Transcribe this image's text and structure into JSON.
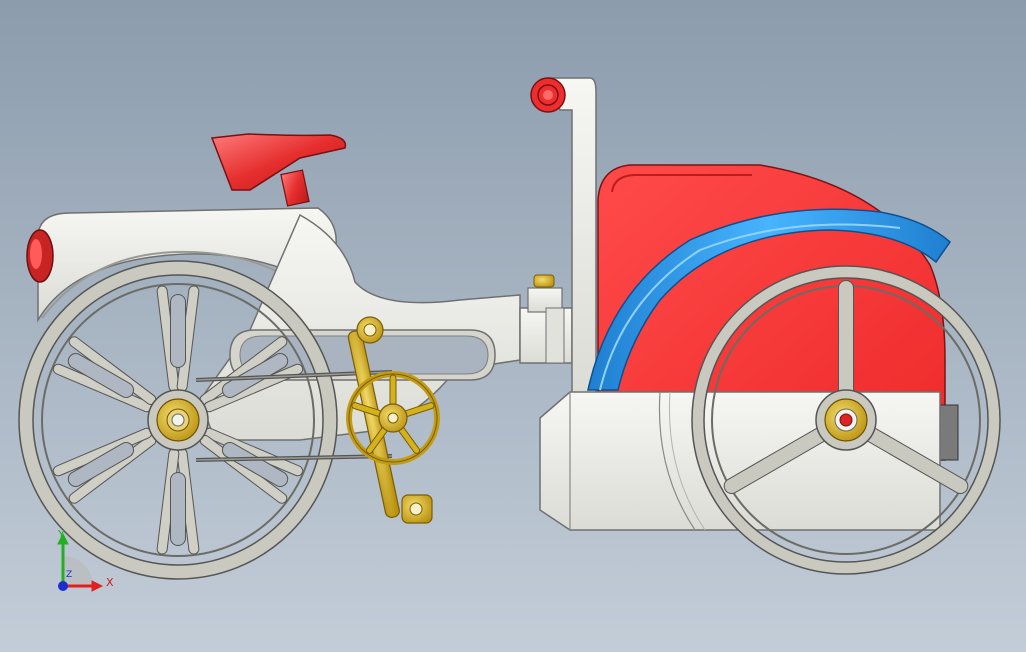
{
  "viewport": {
    "background_top": "#8c9cad",
    "background_bottom": "#c3cdd8"
  },
  "model": {
    "part_colors": {
      "frame": "#eeeeea",
      "frame_edge": "#6e6e6e",
      "wheel_rim": "#c9c9c0",
      "hub_gold": "#d4b21c",
      "body_red": "#ff3434",
      "fender_blue": "#2c9ae6",
      "seat_red": "#e63232"
    },
    "icons": [
      "rear-light-icon",
      "seat-icon",
      "handlebar-grip-icon",
      "crank-pedal-icon"
    ]
  },
  "triad": {
    "x_label": "X",
    "y_label": "Y",
    "z_label": "Z",
    "x_color": "#e02020",
    "y_color": "#20b020",
    "z_color": "#1a2fd0"
  }
}
